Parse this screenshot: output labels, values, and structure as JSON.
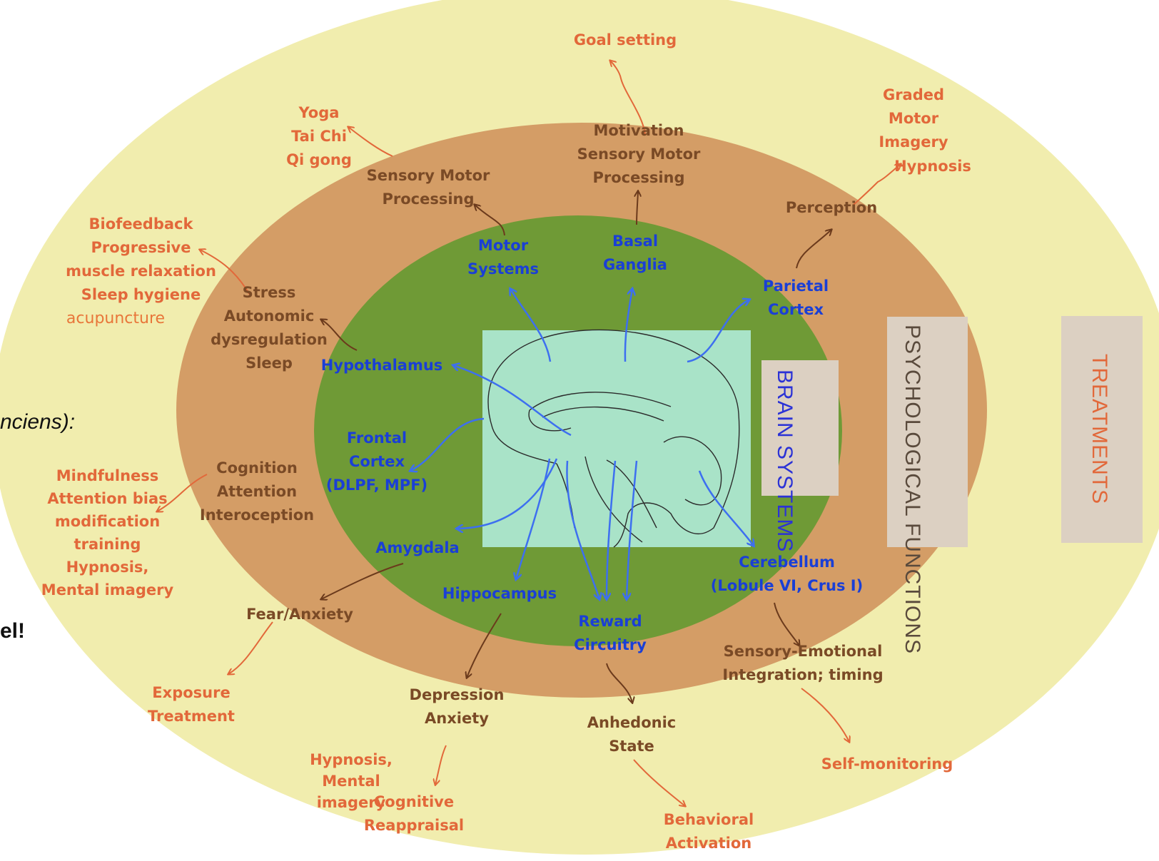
{
  "colors": {
    "treatments_ring": "#f1edae",
    "psych_ring": "#d49d66",
    "brain_ring": "#6f9a36",
    "brain_box": "#a9e3c8",
    "treatment_text": "#e2683a",
    "psych_text": "#7a4a26",
    "brain_text": "#1a3fd6",
    "side_label_box": "#dcd0c2"
  },
  "side_labels": {
    "brain": "BRAIN SYSTEMS",
    "psych": "PSYCHOLOGICAL FUNCTIONS",
    "treatments": "TREATMENTS"
  },
  "fragments": {
    "italic": "nciens):",
    "bold": "el!"
  },
  "treatments": {
    "goal": "Goal setting",
    "yoga": "Yoga\nTai Chi\nQi gong",
    "graded": "Graded\nMotor\nImagery",
    "hypnosis_top": "Hypnosis",
    "biofeedback": "Biofeedback\nProgressive\nmuscle relaxation\nSleep hygiene",
    "acupuncture": "acupuncture",
    "mindfulness": "Mindfulness\nAttention bias\nmodification\ntraining\nHypnosis,\nMental imagery",
    "exposure": "Exposure\nTreatment",
    "hypnosis_bottom": "Hypnosis,\nMental imagery",
    "reappraisal": "Cognitive\nReappraisal",
    "behavioral": "Behavioral\nActivation",
    "self_monitoring": "Self-monitoring"
  },
  "psych": {
    "sm_left": "Sensory Motor\nProcessing",
    "motivation": "Motivation\nSensory Motor\nProcessing",
    "perception": "Perception",
    "stress": "Stress\nAutonomic\ndysregulation\nSleep",
    "cognition": "Cognition\nAttention\nInteroception",
    "fear": "Fear/Anxiety",
    "depression": "Depression\nAnxiety",
    "anhedonic": "Anhedonic\nState",
    "sensory_emotional": "Sensory-Emotional\nIntegration; timing"
  },
  "brain": {
    "motor": "Motor\nSystems",
    "basal": "Basal\nGanglia",
    "parietal": "Parietal\nCortex",
    "hypothalamus": "Hypothalamus",
    "frontal": "Frontal\nCortex\n(DLPF, MPF)",
    "amygdala": "Amygdala",
    "hippocampus": "Hippocampus",
    "reward": "Reward\nCircuitry",
    "cerebellum": "Cerebellum\n(Lobule VI, Crus I)"
  }
}
